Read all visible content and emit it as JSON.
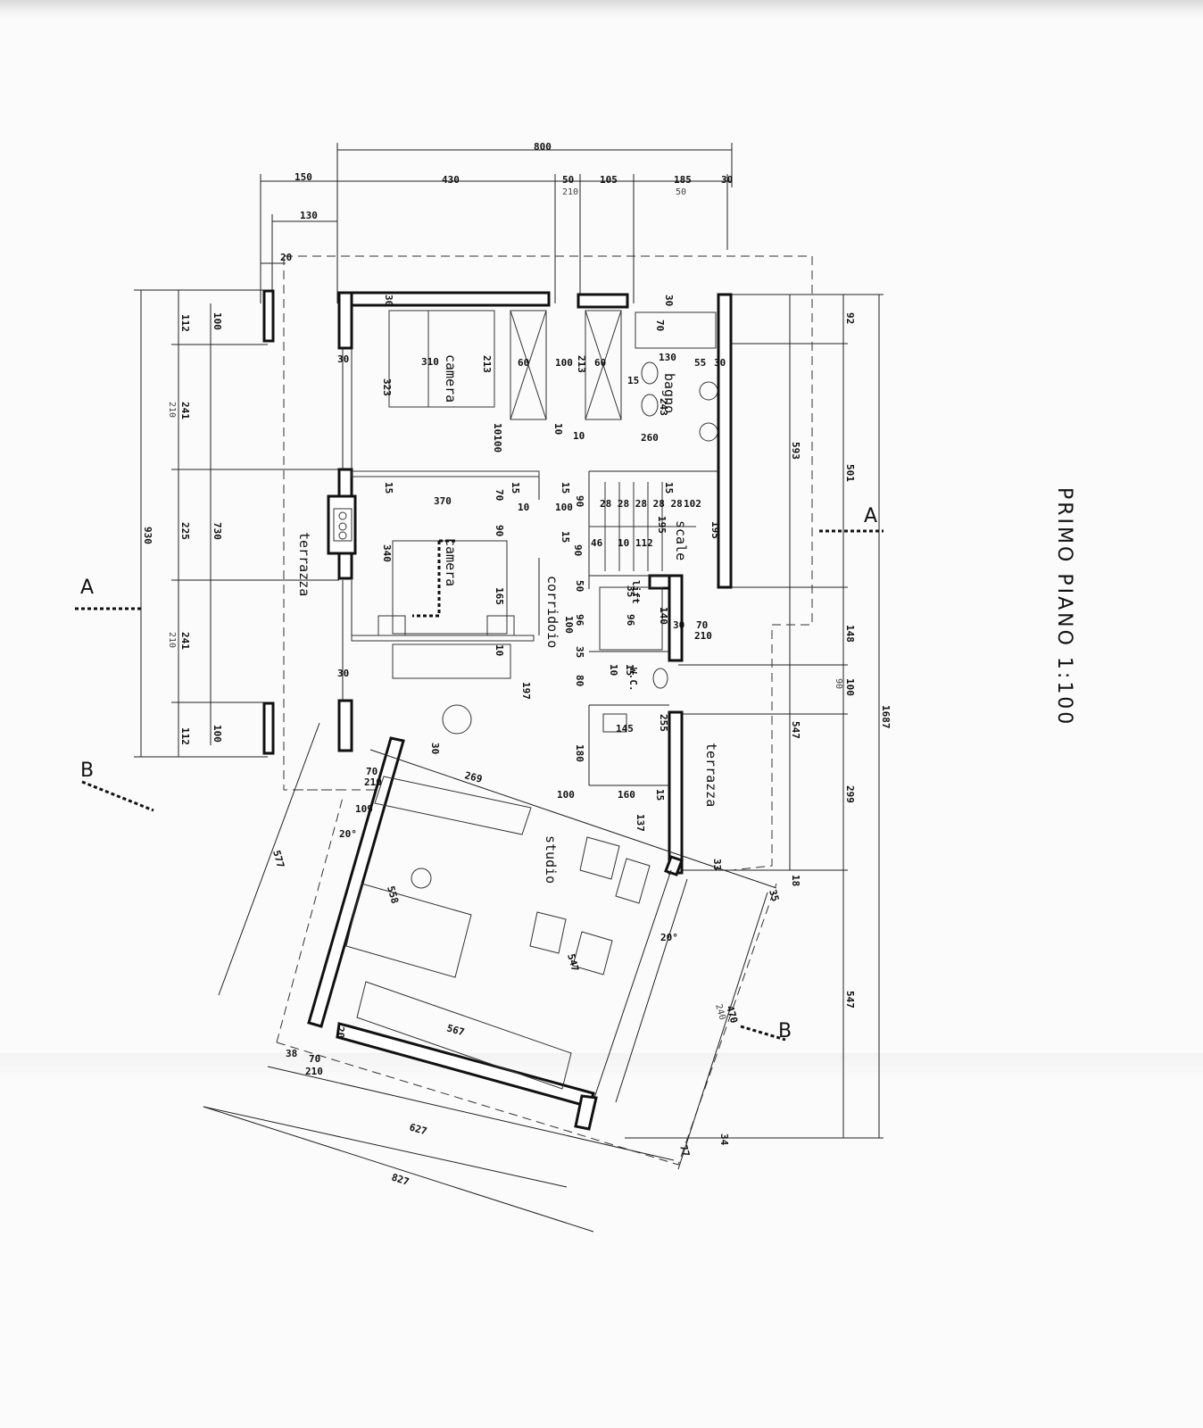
{
  "title": "PRIMO PIANO 1:100",
  "rooms": {
    "camera_top": "camera",
    "camera_mid": "camera",
    "bagno": "bagno",
    "scale": "scale",
    "lift": "lift",
    "corridoio": "corridoio",
    "wc": "W.C.",
    "terrazza_left": "terrazza",
    "terrazza_right": "terrazza",
    "studio": "studio"
  },
  "sections": {
    "a_left": "A",
    "a_right": "A",
    "b_left": "B",
    "b_right": "B"
  },
  "dims": {
    "top_800": "800",
    "top_150": "150",
    "top_430": "430",
    "top_50": "50",
    "top_210": "210",
    "top_105": "105",
    "top_185": "185",
    "top_185b": "50",
    "top_30": "30",
    "top_130": "130",
    "top_20": "20",
    "l_930": "930",
    "l_112a": "112",
    "l_241a": "241",
    "l_210a": "210",
    "l_225": "225",
    "l_241b": "241",
    "l_210b": "210",
    "l_112b": "112",
    "l_100a": "100",
    "l_730": "730",
    "l_100b": "100",
    "r_92": "92",
    "r_593": "593",
    "r_501": "501",
    "r_148": "148",
    "r_100": "100",
    "r_90": "90",
    "r_547a": "547",
    "r_1687": "1687",
    "r_299": "299",
    "r_18": "18",
    "r_547b": "547",
    "c_30a": "30",
    "c_310": "310",
    "c_213a": "213",
    "c_323": "323",
    "c_60a": "60",
    "c_100a": "100",
    "c_213b": "213",
    "c_60b": "60",
    "c_130": "130",
    "c_55": "55",
    "c_30b": "30",
    "c_30c": "30",
    "c_70": "70",
    "c_15a": "15",
    "c_243": "243",
    "c_10a": "10",
    "c_10b": "10",
    "c_10100": "10100",
    "c_260": "260",
    "c_15b": "15",
    "c_370": "370",
    "c_70b": "70",
    "c_15c": "15",
    "c_10c": "10",
    "c_15d": "15",
    "c_100b": "100",
    "c_90a": "90",
    "c_28": "28 28 28 28 28",
    "c_15e": "15",
    "c_102": "102",
    "c_195a": "195",
    "c_195b": "195",
    "c_340": "340",
    "c_90b": "90",
    "c_46": "46",
    "c_10112": "10 112",
    "c_90c": "90",
    "c_15f": "15",
    "c_165": "165",
    "c_50": "50",
    "c_35a": "35",
    "c_96a": "96",
    "c_96b": "96",
    "c_140": "140",
    "c_30d": "30",
    "c_70c": "70",
    "c_210c": "210",
    "c_100c": "100",
    "c_35b": "35",
    "c_10d": "10",
    "c_30e": "30",
    "c_197": "197",
    "c_80": "80",
    "c_10e": "10",
    "c_15g": "15",
    "c_145": "145",
    "c_255": "255",
    "c_180": "180",
    "c_30f": "30",
    "c_70d": "70",
    "c_210d": "210",
    "c_269": "269",
    "c_100d": "100",
    "c_160": "160",
    "c_15h": "15",
    "c_137": "137",
    "c_109": "109",
    "c_20a": "20°",
    "c_577": "577",
    "c_558": "558",
    "c_547c": "547",
    "c_33": "33",
    "c_35c": "35",
    "c_20b": "20°",
    "c_470": "470",
    "c_240": "240",
    "c_567": "567",
    "c_20c": "20",
    "c_38": "38",
    "c_70e": "70",
    "c_210e": "210",
    "c_627": "627",
    "c_827": "827",
    "c_77": "77",
    "c_34": "34"
  }
}
